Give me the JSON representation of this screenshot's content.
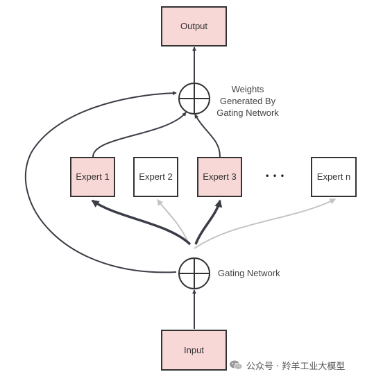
{
  "nodes": {
    "output": "Output",
    "input": "Input",
    "expert_1": "Expert 1",
    "expert_2": "Expert 2",
    "expert_3": "Expert 3",
    "ellipsis": "• • •",
    "expert_n": "Expert n"
  },
  "annotations": {
    "weights_line_1": "Weights",
    "weights_line_2": "Generated By",
    "weights_line_3": "Gating Network",
    "gating_network": "Gating Network"
  },
  "watermark": {
    "text": "公众号 · 羚羊工业大模型",
    "icon": "wechat-icon"
  },
  "colors": {
    "selected_fill": "#f8d7d7",
    "box_stroke": "#333333",
    "active_arrow": "#3a3d46",
    "inactive_arrow": "#c4c4c4"
  }
}
